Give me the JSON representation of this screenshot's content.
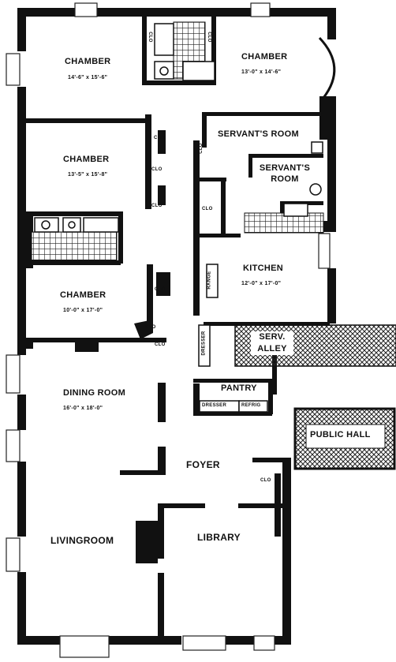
{
  "rooms": {
    "chamber_nw": {
      "name": "CHAMBER",
      "dim": "14'-6\" x 15'-6\""
    },
    "chamber_ne": {
      "name": "CHAMBER",
      "dim": "13'-0\" x 14'-6\""
    },
    "chamber_w2": {
      "name": "CHAMBER",
      "dim": "13'-5\" x 15'-8\""
    },
    "chamber_w3": {
      "name": "CHAMBER",
      "dim": "10'-0\" x 17'-0\""
    },
    "servants_room_1": {
      "name": "SERVANT'S ROOM"
    },
    "servants_room_2": {
      "name": "SERVANT'S ROOM"
    },
    "kitchen": {
      "name": "KITCHEN",
      "dim": "12'-0\" x 17'-0\""
    },
    "dining_room": {
      "name": "DINING ROOM",
      "dim": "16'-0\" x 18'-0\""
    },
    "pantry": {
      "name": "PANTRY"
    },
    "dresser": {
      "name": "DRESSER"
    },
    "refrig": {
      "name": "REFRIG"
    },
    "public_hall": {
      "name": "PUBLIC HALL"
    },
    "service_alley": {
      "name": "SERV. ALLEY"
    },
    "foyer": {
      "name": "FOYER"
    },
    "livingroom": {
      "name": "LIVINGROOM"
    },
    "library": {
      "name": "LIBRARY"
    }
  },
  "fixtures": {
    "clo": "CLO",
    "range": "RANGE",
    "dresser_small": "DRESSER"
  }
}
